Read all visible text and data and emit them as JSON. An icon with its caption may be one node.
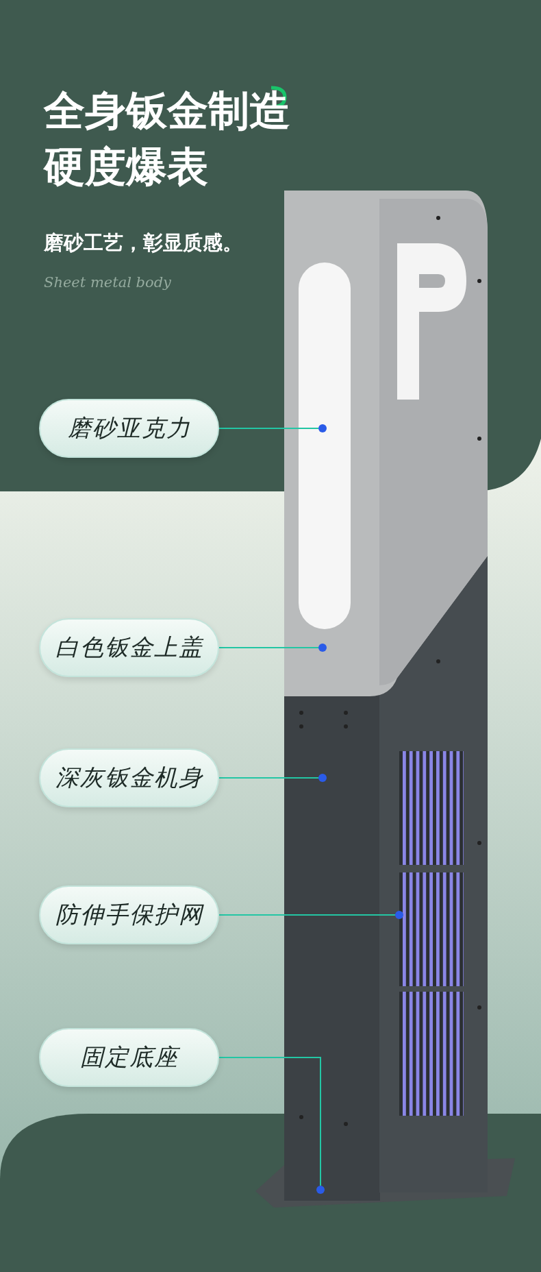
{
  "diagram": {
    "nodes": [
      {
        "text": [
          "磨砂亚克力"
        ]
      },
      {
        "text": [
          "白色钣金上盖"
        ]
      },
      {
        "text": [
          "深灰钣金机身"
        ]
      },
      {
        "text": [
          "防伸手保护网"
        ]
      },
      {
        "text": [
          "固定底座"
        ]
      },
      {
        "text": [],
        "shape": "circle"
      },
      {
        "text": [],
        "shape": "circle"
      },
      {
        "text": [],
        "shape": "circle"
      },
      {
        "text": [],
        "shape": "circle"
      },
      {
        "text": [],
        "shape": "circle"
      }
    ],
    "edges": [
      {
        "from": 0,
        "to": 5,
        "arrow": "none"
      },
      {
        "from": 1,
        "to": 6,
        "arrow": "none"
      },
      {
        "from": 2,
        "to": 7,
        "arrow": "none"
      },
      {
        "from": 3,
        "to": 8,
        "arrow": "none"
      },
      {
        "from": 4,
        "to": 9,
        "arrow": "none"
      }
    ],
    "labels": [
      "全身钣金制造硬度爆表",
      "磨砂工艺，彰显质感。",
      "Sheet metal body"
    ]
  }
}
